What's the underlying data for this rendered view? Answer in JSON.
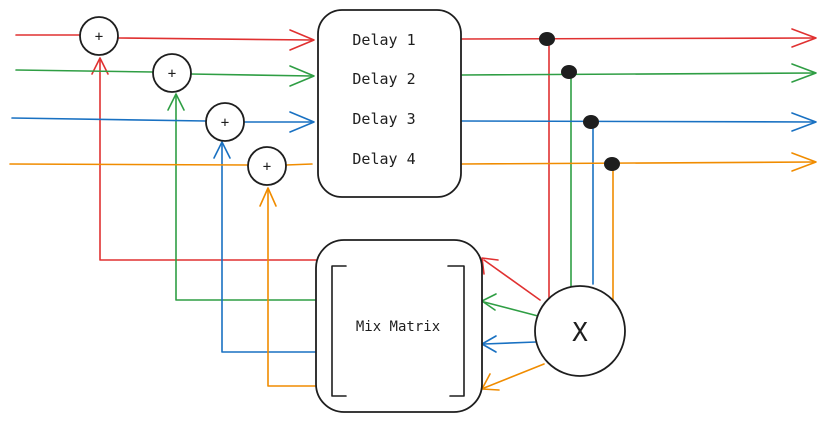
{
  "colors": {
    "ink": "#1e1e1e",
    "red": "#e03131",
    "green": "#2f9e44",
    "blue": "#1971c2",
    "orange": "#f08c00"
  },
  "delay_box": {
    "lines": [
      "Delay 1",
      "Delay 2",
      "Delay 3",
      "Delay 4"
    ]
  },
  "mix_box": {
    "label": "Mix Matrix"
  },
  "adders": [
    {
      "symbol": "+"
    },
    {
      "symbol": "+"
    },
    {
      "symbol": "+"
    },
    {
      "symbol": "+"
    }
  ],
  "multiplier": {
    "symbol": "X"
  }
}
